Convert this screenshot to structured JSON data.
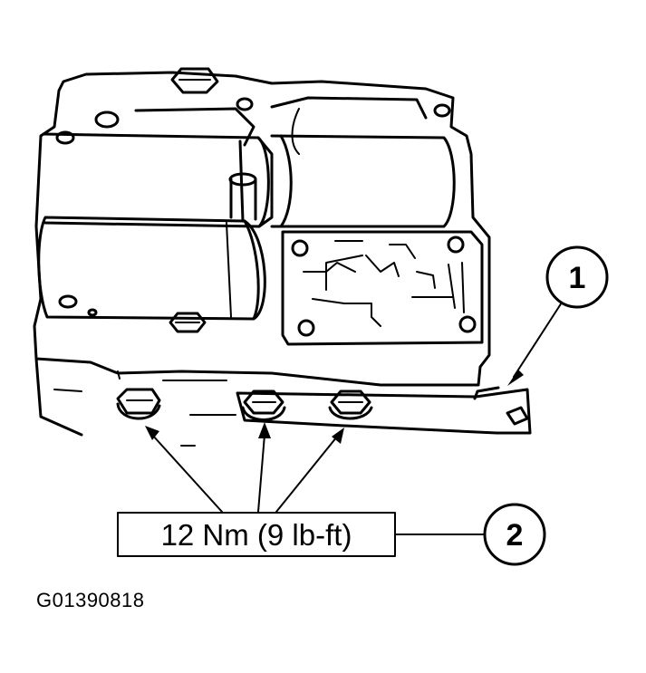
{
  "callouts": [
    {
      "number": "1"
    },
    {
      "number": "2"
    }
  ],
  "torque_spec": "12 Nm (9 lb-ft)",
  "figure_id": "G01390818"
}
